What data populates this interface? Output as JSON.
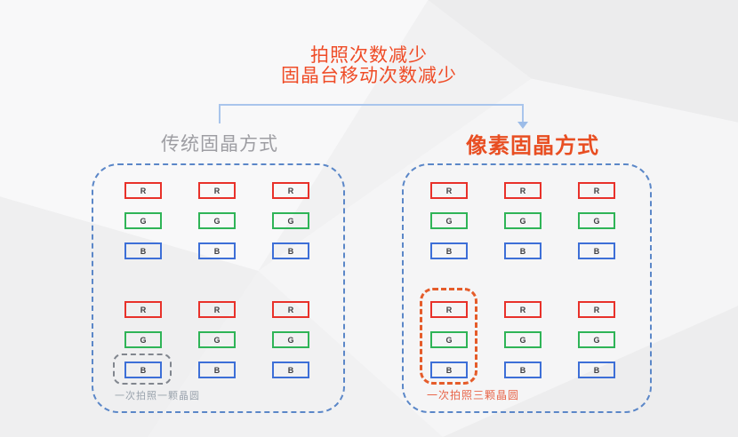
{
  "title": {
    "line1": "拍照次数减少",
    "line2": "固晶台移动次数减少"
  },
  "comparison": {
    "traditional": {
      "heading": "传统固晶方式",
      "caption": "一次拍照一颗晶圆"
    },
    "pixel": {
      "heading": "像素固晶方式",
      "caption": "一次拍照三颗晶圆"
    }
  },
  "dies": {
    "labels": [
      "R",
      "G",
      "B"
    ]
  },
  "colors": {
    "title_text": "#ef4c27",
    "heading_traditional": "#9e9ea3",
    "heading_pixel": "#e84e22",
    "die_red_border": "#e8312a",
    "die_green_border": "#2fb457",
    "die_blue_border": "#3d6fd7",
    "panel_dashed_border": "#5b87c8",
    "bracket_line": "#a9c5ec",
    "highlight_single_die": "#81868e",
    "highlight_triple_die": "#e55c2a",
    "caption_traditional": "#9aa3ad",
    "caption_pixel": "#e8664a",
    "background": "#f1f1f2"
  }
}
